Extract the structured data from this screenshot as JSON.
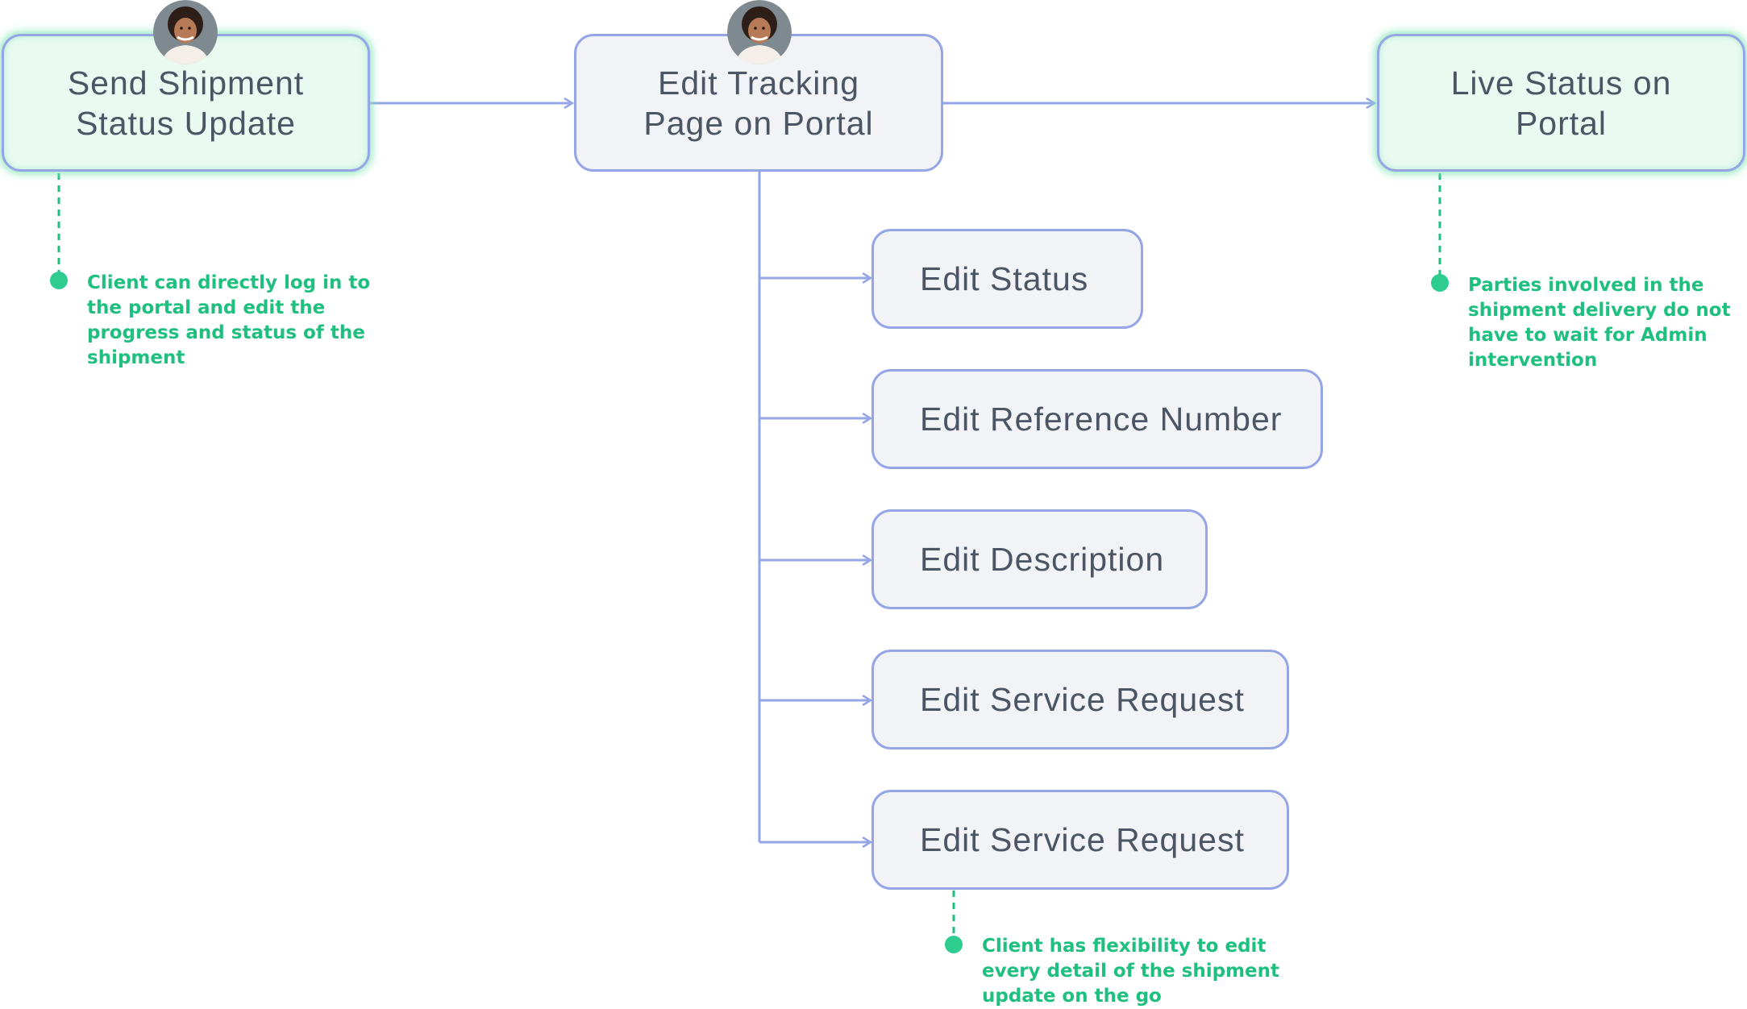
{
  "colors": {
    "connector": "#95a5e6",
    "node_border": "#95a5e6",
    "node_fill": "#f2f3f6",
    "highlight_fill": "#e9faf1",
    "highlight_glow": "#86e5b7",
    "annotation": "#1fbf7f",
    "text": "#4b5563"
  },
  "nodes": {
    "send_update": {
      "label": "Send Shipment\nStatus Update",
      "avatar_icon": "person-avatar-icon"
    },
    "edit_tracking": {
      "label": "Edit Tracking\nPage on Portal",
      "avatar_icon": "person-avatar-icon"
    },
    "live_status": {
      "label": "Live Status on\nPortal"
    }
  },
  "sub_options": [
    "Edit Status",
    "Edit Reference Number",
    "Edit Description",
    "Edit Service Request",
    "Edit Service Request"
  ],
  "notes": {
    "send_update": "Client can directly log in to\nthe portal and edit the\nprogress and status of the\nshipment",
    "live_status": "Parties involved in the\nshipment delivery do not\nhave to wait for Admin\nintervention",
    "edit_options": "Client has flexibility to edit\nevery detail of the shipment\nupdate on the go"
  }
}
